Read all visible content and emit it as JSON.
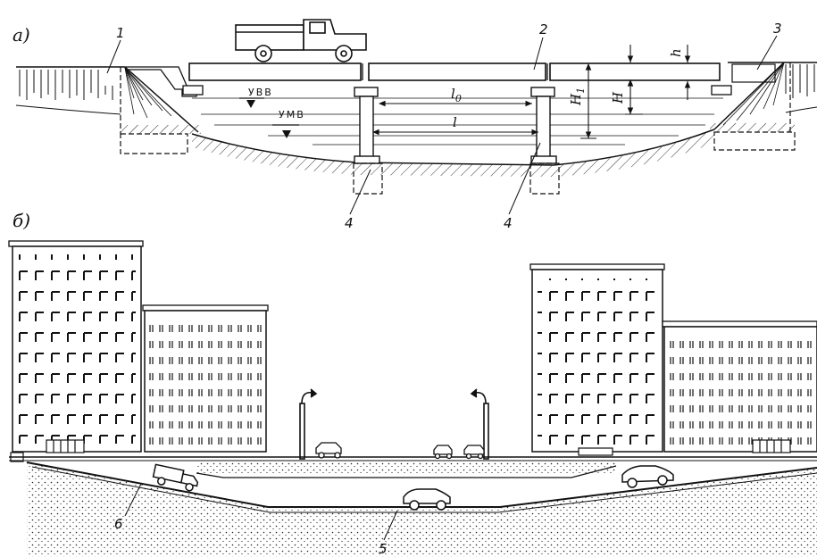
{
  "figure": {
    "panel_a_label": "а)",
    "panel_b_label": "б)"
  },
  "panel_a": {
    "callouts": [
      "1",
      "2",
      "3",
      "4",
      "4"
    ],
    "water_levels": {
      "high": "УВВ",
      "low": "УМВ"
    },
    "dimensions": {
      "clear_span": "l0",
      "span": "l",
      "height_total": "H1",
      "height": "H",
      "beam_depth": "h"
    }
  },
  "panel_b": {
    "callouts": [
      "5",
      "6"
    ]
  }
}
